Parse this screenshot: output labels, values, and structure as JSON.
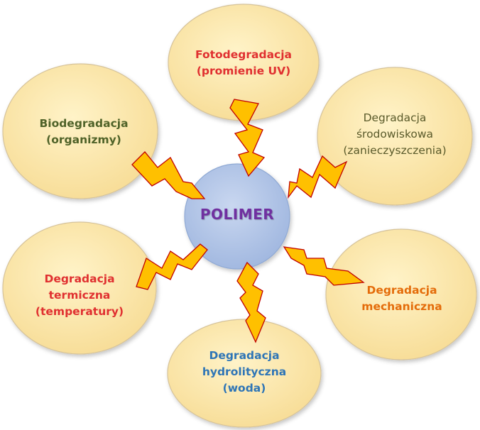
{
  "center": {
    "label": "POLIMER",
    "color": "#7030a0"
  },
  "nodes": [
    {
      "key": "foto",
      "lines": [
        "Fotodegradacja",
        "(promienie UV)"
      ],
      "color": "#e03030"
    },
    {
      "key": "srod",
      "lines": [
        "Degradacja",
        "środowiskowa",
        "(zanieczyszczenia)"
      ],
      "color": "#5a5a2a"
    },
    {
      "key": "mech",
      "lines": [
        "Degradacja",
        "mechaniczna"
      ],
      "color": "#e46c0a"
    },
    {
      "key": "hydro",
      "lines": [
        "Degradacja",
        "hydrolityczna",
        "(woda)"
      ],
      "color": "#2e75b6"
    },
    {
      "key": "term",
      "lines": [
        "Degradacja",
        "termiczna",
        "(temperatury)"
      ],
      "color": "#e03030"
    },
    {
      "key": "bio",
      "lines": [
        "Biodegradacja",
        "(organizmy)"
      ],
      "color": "#4f6228"
    }
  ],
  "colors": {
    "bubble_fill": "#fbe6a6",
    "bubble_stroke": "#d9c9a3",
    "center_fill": "#b4c7e7",
    "bolt_fill": "#ffc000",
    "bolt_stroke": "#c00000"
  },
  "icons": {
    "connector": "lightning-bolt-icon"
  }
}
